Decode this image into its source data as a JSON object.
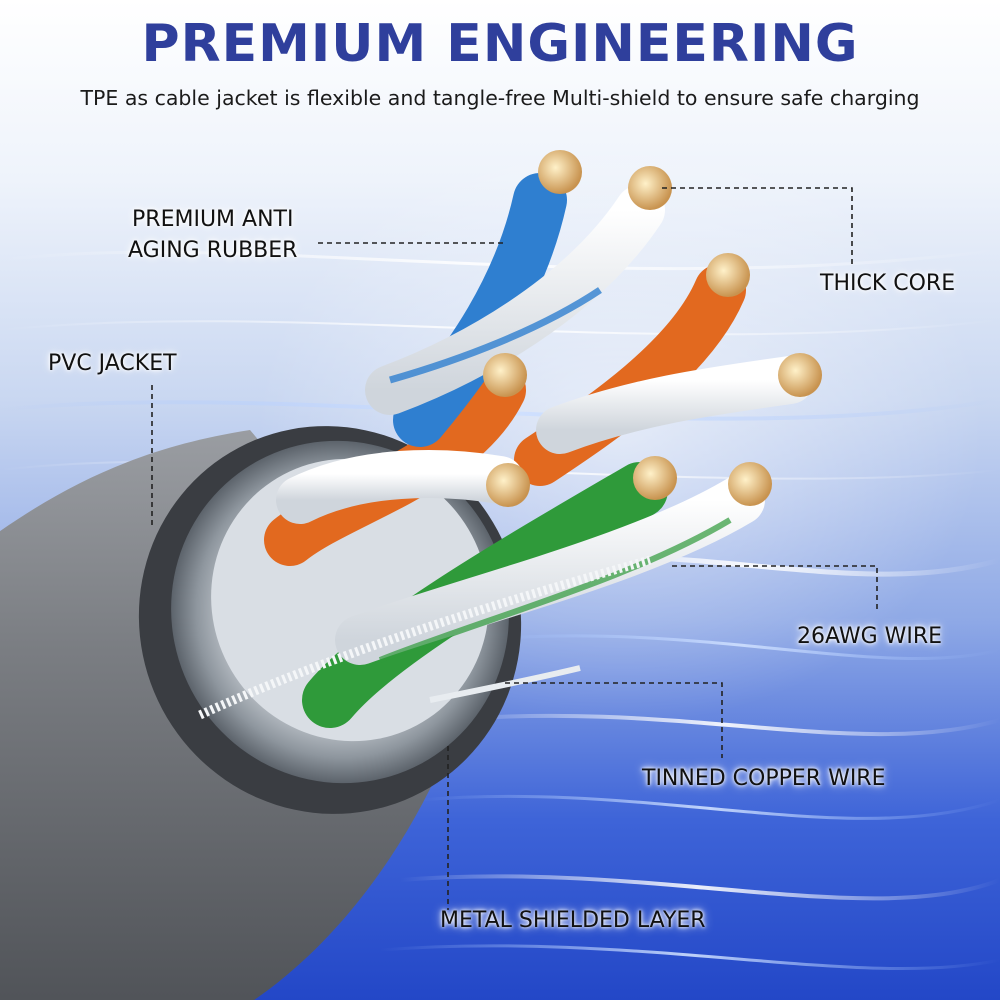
{
  "header": {
    "title": "PREMIUM ENGINEERING",
    "subtitle": "TPE as cable jacket is flexible and tangle-free Multi-shield to ensure safe charging"
  },
  "labels": {
    "rubber_line1": "PREMIUM ANTI",
    "rubber_line2": "AGING RUBBER",
    "thick_core": "THICK CORE",
    "pvc_jacket": "PVC JACKET",
    "awg_wire": "26AWG WIRE",
    "tinned_copper": "TINNED COPPER WIRE",
    "metal_shield": "METAL SHIELDED LAYER"
  },
  "colors": {
    "title": "#2f3f9c",
    "background_blue": "#2347c7",
    "jacket_gray": "#6e7176",
    "wire_blue": "#2f7fd0",
    "wire_orange": "#e2691f",
    "wire_green": "#2f9a3a",
    "wire_white": "#f4f6f8",
    "copper": "#d9a86a"
  }
}
